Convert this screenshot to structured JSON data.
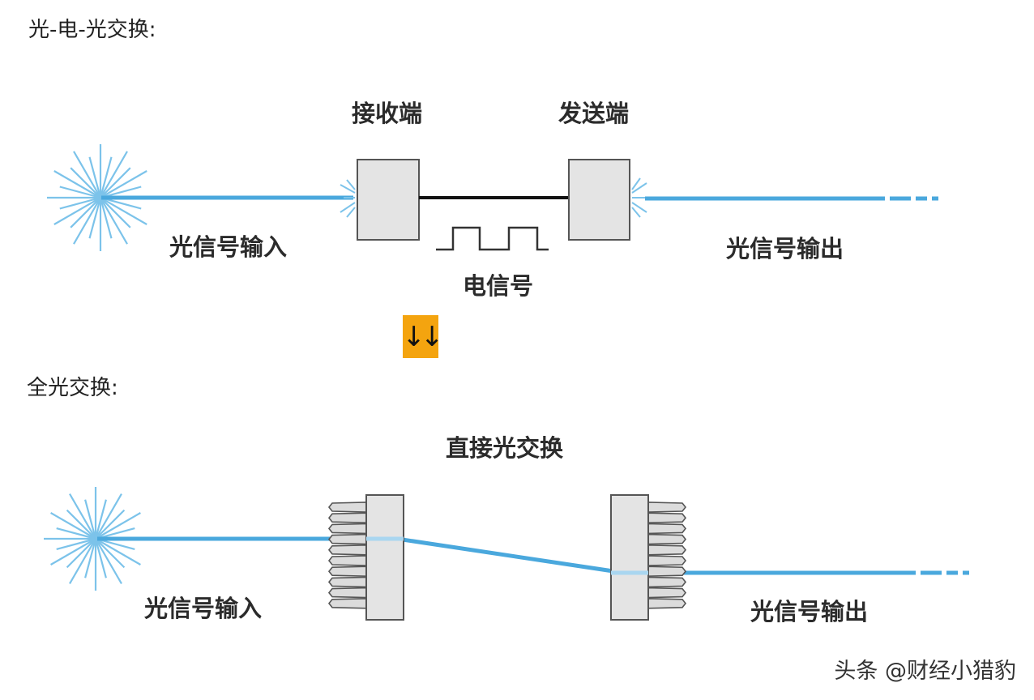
{
  "section1": {
    "title": "光-电-光交换:",
    "receiver_label": "接收端",
    "sender_label": "发送端",
    "input_label": "光信号输入",
    "output_label": "光信号输出",
    "electric_label": "电信号"
  },
  "transition": {
    "arrow": "↓↓"
  },
  "section2": {
    "title": "全光交换:",
    "direct_label": "直接光交换",
    "input_label": "光信号输入",
    "output_label": "光信号输出"
  },
  "watermark": "头条 @财经小猎豹",
  "colors": {
    "fiber": "#4aa8dd",
    "star": "#7cc3ea",
    "box_fill": "#e4e4e4",
    "box_stroke": "#555555",
    "badge": "#f4a40f"
  }
}
